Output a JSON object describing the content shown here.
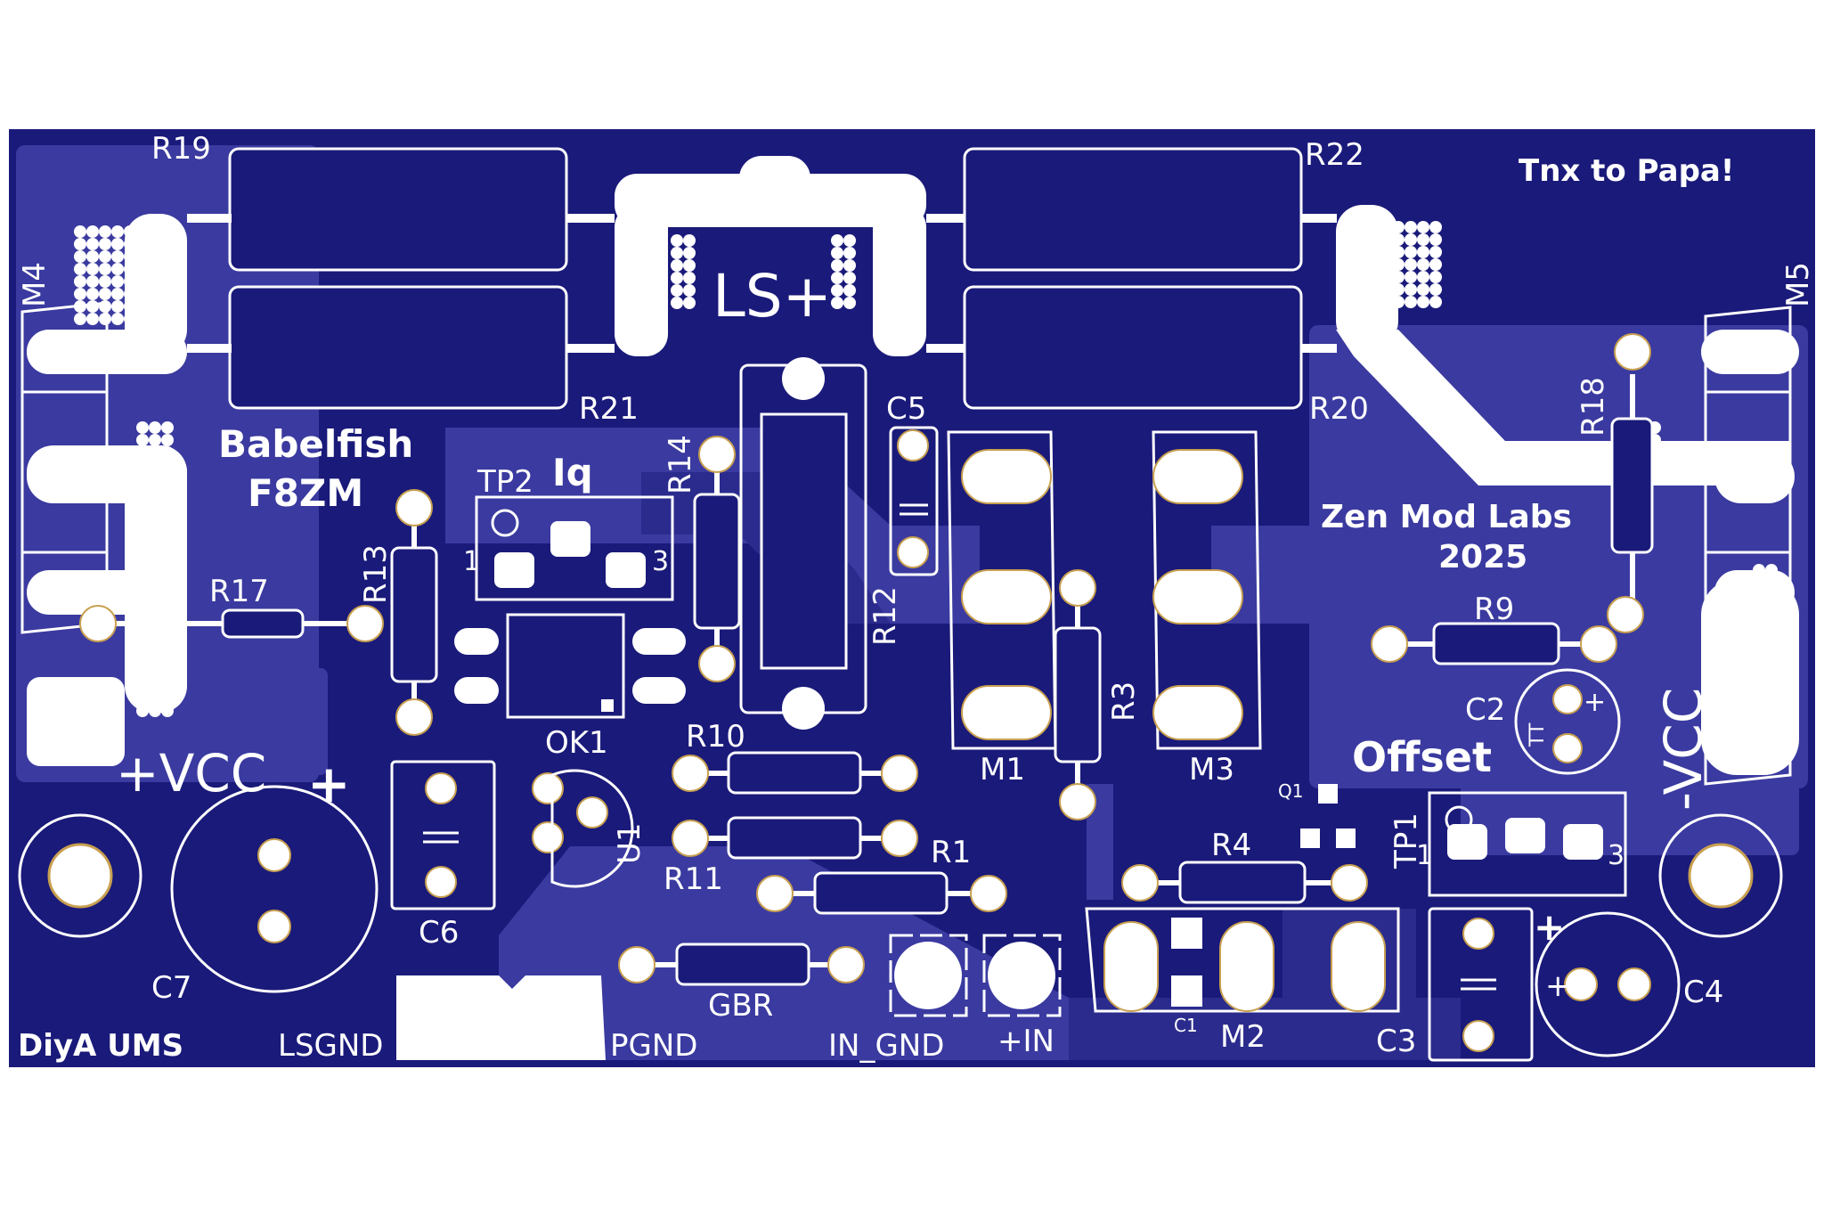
{
  "colors": {
    "board": "#1a1a7a",
    "copper_pour": "#3a3aa0",
    "silkscreen": "#ffffff",
    "pad": "#ffffff",
    "pad_outline": "#c8a050"
  },
  "board_text": {
    "babelfish": "Babelfish",
    "f8zm": "F8ZM",
    "tnx": "Tnx to Papa!",
    "zen": "Zen Mod Labs",
    "year": "2025",
    "diya": "DiyA UMS",
    "iq": "Iq",
    "offset": "Offset",
    "ls_plus": "LS+",
    "vcc_plus": "+VCC",
    "vcc_minus": "-VCC",
    "plus_sign": "+"
  },
  "connectors": {
    "lsgnd": "LSGND",
    "pgnd": "PGND",
    "in_gnd": "IN_GND",
    "plus_in": "+IN"
  },
  "components": {
    "R1": "R1",
    "R3": "R3",
    "R4": "R4",
    "R9": "R9",
    "R10": "R10",
    "R11": "R11",
    "R12": "R12",
    "R13": "R13",
    "R14": "R14",
    "R17": "R17",
    "R18": "R18",
    "R19": "R19",
    "R20": "R20",
    "R21": "R21",
    "R22": "R22",
    "C1": "C1",
    "C2": "C2",
    "C3": "C3",
    "C4": "C4",
    "C5": "C5",
    "C6": "C6",
    "C7": "C7",
    "M1": "M1",
    "M2": "M2",
    "M3": "M3",
    "M4": "M4",
    "M5": "M5",
    "Q1": "Q1",
    "U1": "U1",
    "OK1": "OK1",
    "GBR": "GBR",
    "TP1": "TP1",
    "TP2": "TP2",
    "TT": "TT",
    "pin1": "1",
    "pin3": "3"
  }
}
